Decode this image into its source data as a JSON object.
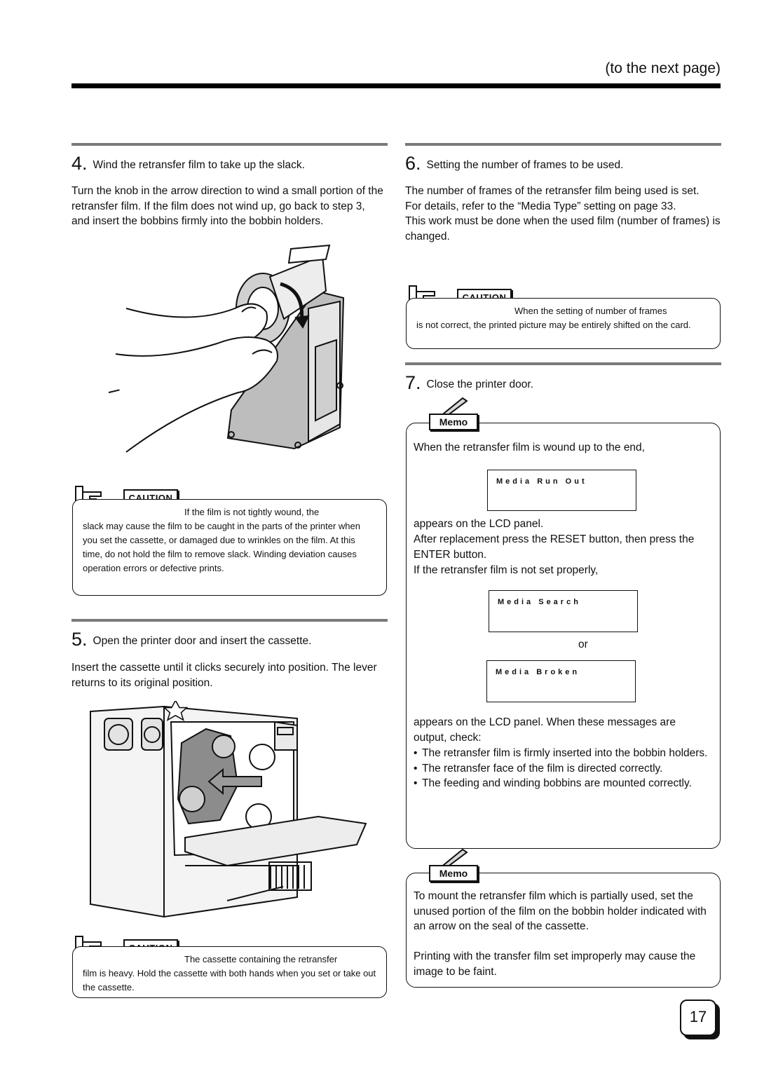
{
  "header": {
    "next_page": "(to the next page)"
  },
  "step4": {
    "number": "4.",
    "title": "Wind the retransfer film to take up the slack.",
    "body": "Turn the knob in the arrow direction to wind a small portion of the retransfer film.  If the film does not wind up, go back to step 3, and insert the bobbins firmly into the bobbin holders.",
    "caution_label": "CAUTION",
    "caution_first": "If the film is not tightly wound, the",
    "caution_rest": "slack may cause the film to be caught in the parts of the printer when you set the cassette, or damaged due to wrinkles on the film. At this time, do not hold the film to remove slack. Winding deviation causes operation errors or defective prints."
  },
  "step5": {
    "number": "5.",
    "title": "Open the printer door and insert the cassette.",
    "body": "Insert the cassette until it clicks securely into position. The lever returns to its original position.",
    "caution_label": "CAUTION",
    "caution_first": "The cassette containing the retransfer",
    "caution_rest": "film is heavy.  Hold the cassette with both hands when you set or take out the cassette."
  },
  "step6": {
    "number": "6.",
    "title": "Setting the number of frames to be used.",
    "body": [
      "The number of frames of the retransfer film being used is set.",
      "For details, refer to the “Media Type” setting on page 33.",
      "This work must be done when the used film (number of frames) is changed."
    ],
    "caution_label": "CAUTION",
    "caution_first": "When the setting of number of frames",
    "caution_rest": "is not correct, the printed picture may be entirely shifted on the card."
  },
  "step7": {
    "number": "7.",
    "title": "Close the printer door.",
    "memo_label": "Memo",
    "memo_intro": "When the retransfer film is wound up to the end,",
    "lcd_run_out": "Media Run Out",
    "after_lcd1": "appears on the LCD panel.",
    "after_replace": "After replacement press the RESET button, then press the ENTER button.",
    "not_set": "If the retransfer film is not set properly,",
    "lcd_search": "Media Search",
    "or": "or",
    "lcd_broken": "Media Broken",
    "appears_check": "appears on the LCD panel.  When these messages are output, check:",
    "checks": [
      "The retransfer film is firmly inserted into the bobbin holders.",
      "The retransfer face of the film is directed correctly.",
      "The feeding and winding bobbins are mounted correctly."
    ]
  },
  "memo2": {
    "label": "Memo",
    "body": "To mount the retransfer film which is partially used, set the unused portion of the film on the bobbin holder indicated with an arrow on the seal of the cassette.",
    "body2": "Printing with the transfer film set improperly may cause the image to be faint."
  },
  "page_number": "17",
  "icons": {
    "caution": "pointing-hand-icon",
    "memo": "pencil-icon"
  }
}
